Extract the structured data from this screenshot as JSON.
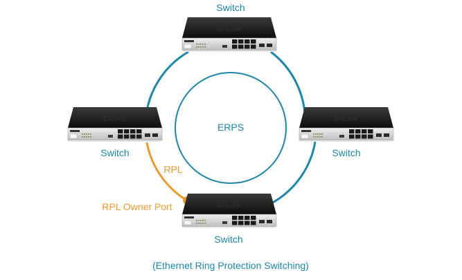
{
  "diagram": {
    "title": "ERPS",
    "caption": "(Ethernet Ring Protection Switching)",
    "colors": {
      "ring": "#1b86a8",
      "rpl": "#ec9a2f",
      "text_primary": "#1b86a8",
      "text_rpl": "#ec9a2f",
      "switch_body": "#1e1e1e",
      "switch_front": "#d9d9d9"
    },
    "nodes": [
      {
        "id": "top",
        "label": "Switch",
        "brand": "D-Link"
      },
      {
        "id": "left",
        "label": "Switch",
        "brand": "D-Link"
      },
      {
        "id": "right",
        "label": "Switch",
        "brand": "D-Link"
      },
      {
        "id": "bottom",
        "label": "Switch",
        "brand": "D-Link"
      }
    ],
    "links": [
      {
        "from": "top",
        "to": "right",
        "type": "ring"
      },
      {
        "from": "right",
        "to": "bottom",
        "type": "ring"
      },
      {
        "from": "top",
        "to": "left",
        "type": "ring"
      },
      {
        "from": "left",
        "to": "bottom",
        "type": "rpl",
        "label": "RPL"
      }
    ],
    "rpl_owner_port_label": "RPL Owner Port",
    "rpl_label": "RPL"
  }
}
